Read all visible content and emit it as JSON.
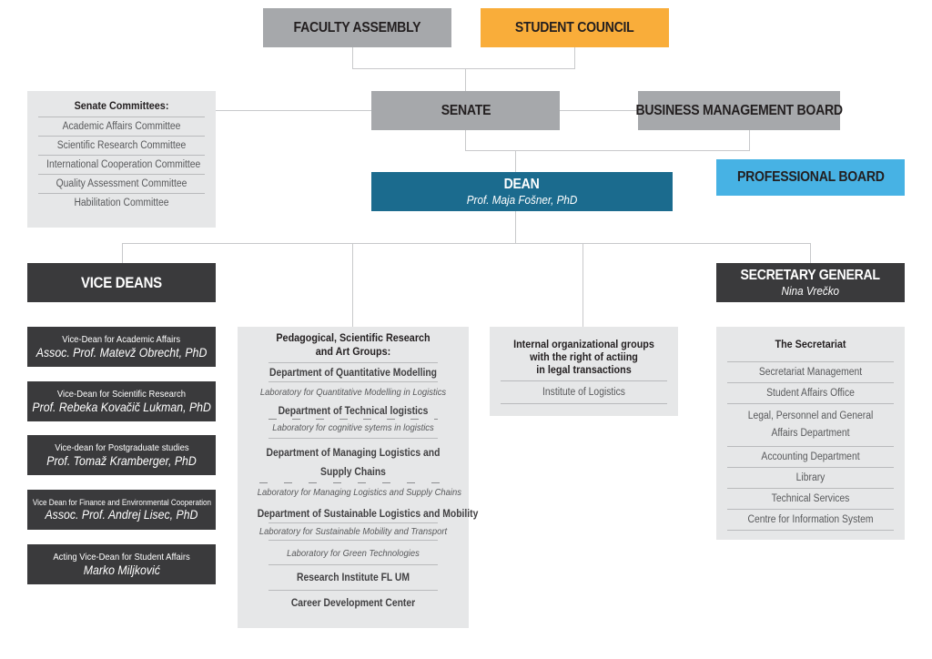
{
  "top": {
    "faculty_assembly": "FACULTY ASSEMBLY",
    "student_council": "STUDENT COUNCIL",
    "senate": "SENATE",
    "business_board": "BUSINESS MANAGEMENT BOARD",
    "professional_board": "PROFESSIONAL BOARD"
  },
  "dean": {
    "title": "DEAN",
    "name": "Prof. Maja Fošner, PhD"
  },
  "senate_committees": {
    "heading": "Senate Committees:",
    "items": [
      "Academic Affairs Committee",
      "Scientific Research Committee",
      "International Cooperation Committee",
      "Quality Assessment Committee",
      "Habilitation Committee"
    ]
  },
  "vice_deans": {
    "heading": "VICE DEANS",
    "items": [
      {
        "title": "Vice-Dean for Academic Affairs",
        "name": "Assoc. Prof. Matevž Obrecht, PhD"
      },
      {
        "title": "Vice-Dean for Scientific Research",
        "name": "Prof. Rebeka Kovačič Lukman, PhD"
      },
      {
        "title": "Vice-dean for Postgraduate studies",
        "name": "Prof. Tomaž Kramberger, PhD"
      },
      {
        "title": "Vice Dean for Finance and Environmental Cooperation",
        "name": "Assoc. Prof. Andrej Lisec, PhD"
      },
      {
        "title": "Acting Vice-Dean for Student Affairs",
        "name": "Marko Miljković"
      }
    ]
  },
  "groups": {
    "heading_line1": "Pedagogical, Scientific Research",
    "heading_line2": "and Art Groups:",
    "dept1": "Department of Quantitative Modelling",
    "lab1": "Laboratory for Quantitative Modelling in Logistics",
    "dept2": "Department of Technical  logistics",
    "lab2": "Laboratory for cognitive sytems in logistics",
    "dept3_line1": "Department of Managing Logistics and",
    "dept3_line2": "Supply Chains",
    "lab3": "Laboratory for Managing Logistics and Supply Chains",
    "dept4": "Department of Sustainable Logistics and Mobility",
    "lab4a": "Laboratory for Sustainable Mobility and Transport",
    "lab4b": "Laboratory for Green Technologies",
    "research_institute": "Research Institute FL UM",
    "career_center": "Career Development Center"
  },
  "internal": {
    "heading_line1": "Internal organizational groups",
    "heading_line2": "with the right of actiing",
    "heading_line3": "in legal transactions",
    "item": "Institute of Logistics"
  },
  "secretary": {
    "title": "SECRETARY GENERAL",
    "name": "Nina Vrečko"
  },
  "secretariat": {
    "heading": "The Secretariat",
    "items": [
      "Secretariat Management",
      "Student Affairs Office",
      "Legal, Personnel and General",
      "Affairs Department",
      "Accounting Department",
      "Library",
      "Technical Services",
      "Centre for Information System"
    ]
  }
}
